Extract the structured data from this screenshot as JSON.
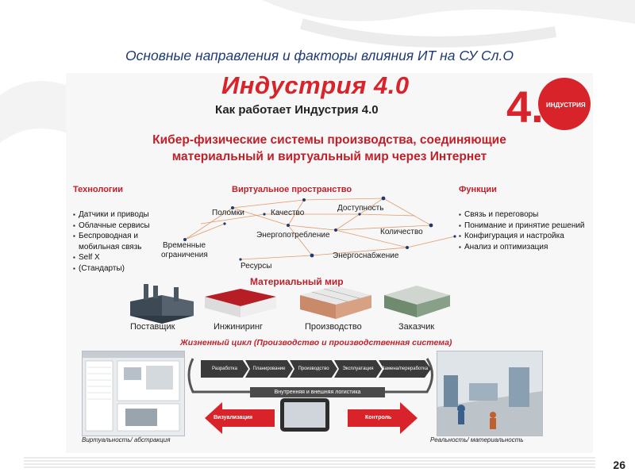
{
  "slide": {
    "title": "Основные направления и факторы влияния ИТ на СУ Сл.О",
    "page_number": "26"
  },
  "panel": {
    "main_title": "Индустрия 4.0",
    "subtitle": "Как работает Индустрия 4.0",
    "cps_line1": "Кибер-физические системы производства, соединяющие",
    "cps_line2": "материальный и виртуальный мир через Интернет",
    "logo_number": "4.0",
    "logo_text": "ИНДУСТРИЯ",
    "technologies": {
      "heading": "Технологии",
      "items": [
        "Датчики и приводы",
        "Облачные сервисы",
        "Беспроводная и мобильная связь",
        "Self X",
        "(Стандарты)"
      ]
    },
    "virtual_space": {
      "heading": "Виртуальное пространство",
      "nodes": {
        "breakdowns": "Поломки",
        "quality": "Качество",
        "availability": "Доступность",
        "energy_consumption": "Энергопотребление",
        "quantity": "Количество",
        "time_limits_1": "Временные",
        "time_limits_2": "ограничения",
        "resources": "Ресурсы",
        "energy_supply": "Энергоснабжение"
      }
    },
    "functions": {
      "heading": "Функции",
      "items": [
        "Связь и переговоры",
        "Понимание и принятие решений",
        "Конфигурация и настройка",
        "Анализ и оптимизация"
      ]
    },
    "material_world": {
      "heading": "Материальный мир",
      "buildings": [
        "Поставщик",
        "Инжиниринг",
        "Производство",
        "Заказчик"
      ]
    },
    "lifecycle": {
      "heading": "Жизненный цикл (Производство и производственная система)",
      "stages": [
        "Разработка",
        "Планирование",
        "Производство",
        "Эксплуатация",
        "Заменa/переработка"
      ],
      "logistics": "Внутренняя и внешняя логистика",
      "visualization": "Визуализация",
      "control": "Контроль",
      "left_caption": "Виртуальность/ абстракция",
      "right_caption": "Реальность/ материальность"
    }
  }
}
